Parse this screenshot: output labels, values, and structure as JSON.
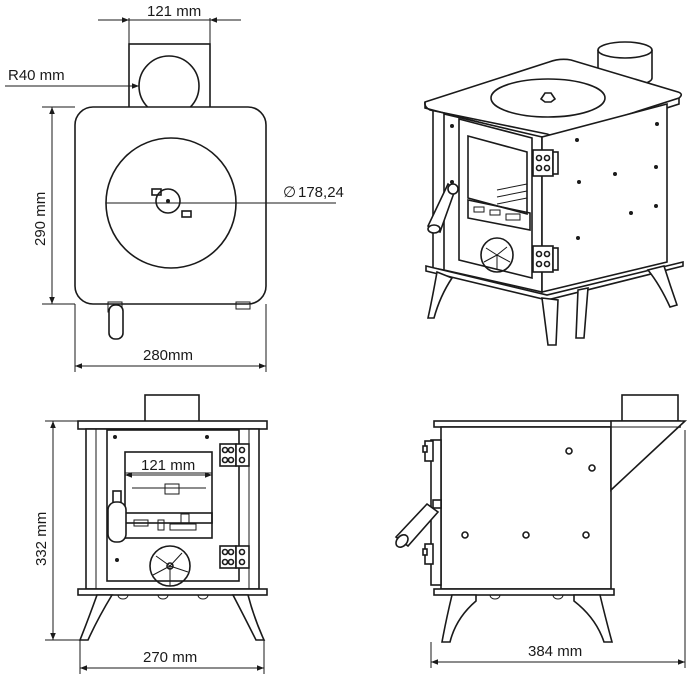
{
  "top_view": {
    "flue_width": "121 mm",
    "flue_radius": "R40 mm",
    "hotplate_diameter": "178,24",
    "depth": "290 mm",
    "width": "280mm"
  },
  "front_view": {
    "height": "332 mm",
    "door_window_width": "121 mm",
    "base_width": "270 mm"
  },
  "side_view": {
    "depth": "384 mm"
  },
  "symbols": {
    "diameter": "∅"
  }
}
